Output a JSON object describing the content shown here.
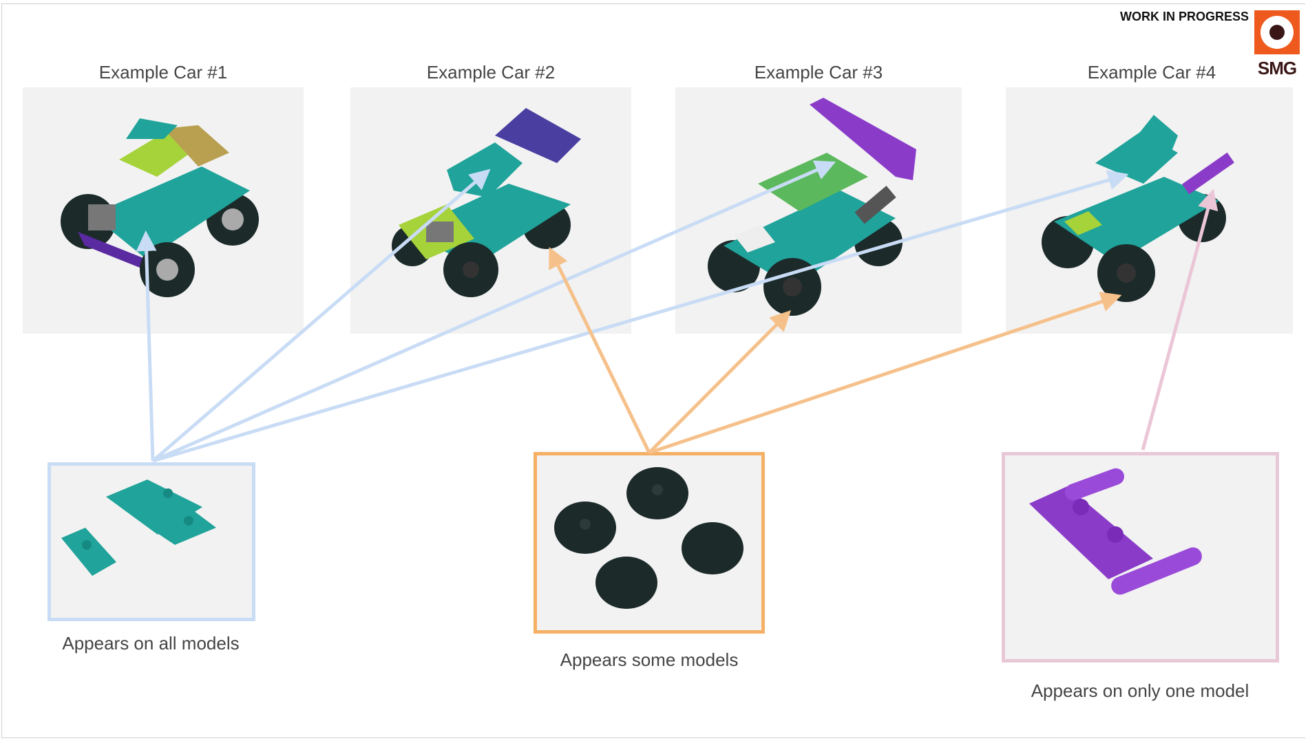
{
  "header": {
    "status": "WORK IN PROGRESS",
    "logo_text": "SMG"
  },
  "cars": [
    {
      "title": "Example Car #1"
    },
    {
      "title": "Example Car #2"
    },
    {
      "title": "Example Car #3"
    },
    {
      "title": "Example Car #4"
    }
  ],
  "categories": [
    {
      "label": "Appears on all models",
      "color": "#c9dcf5"
    },
    {
      "label": "Appears some models",
      "color": "#f5b065"
    },
    {
      "label": "Appears on only one model",
      "color": "#e8c8d6"
    }
  ],
  "colors": {
    "teal": "#1fa39a",
    "wheel": "#1c2a2a",
    "purple": "#8a3cc8",
    "lime": "#a6d23a",
    "logo_orange": "#ee5a1e",
    "logo_dark": "#3a1616"
  }
}
